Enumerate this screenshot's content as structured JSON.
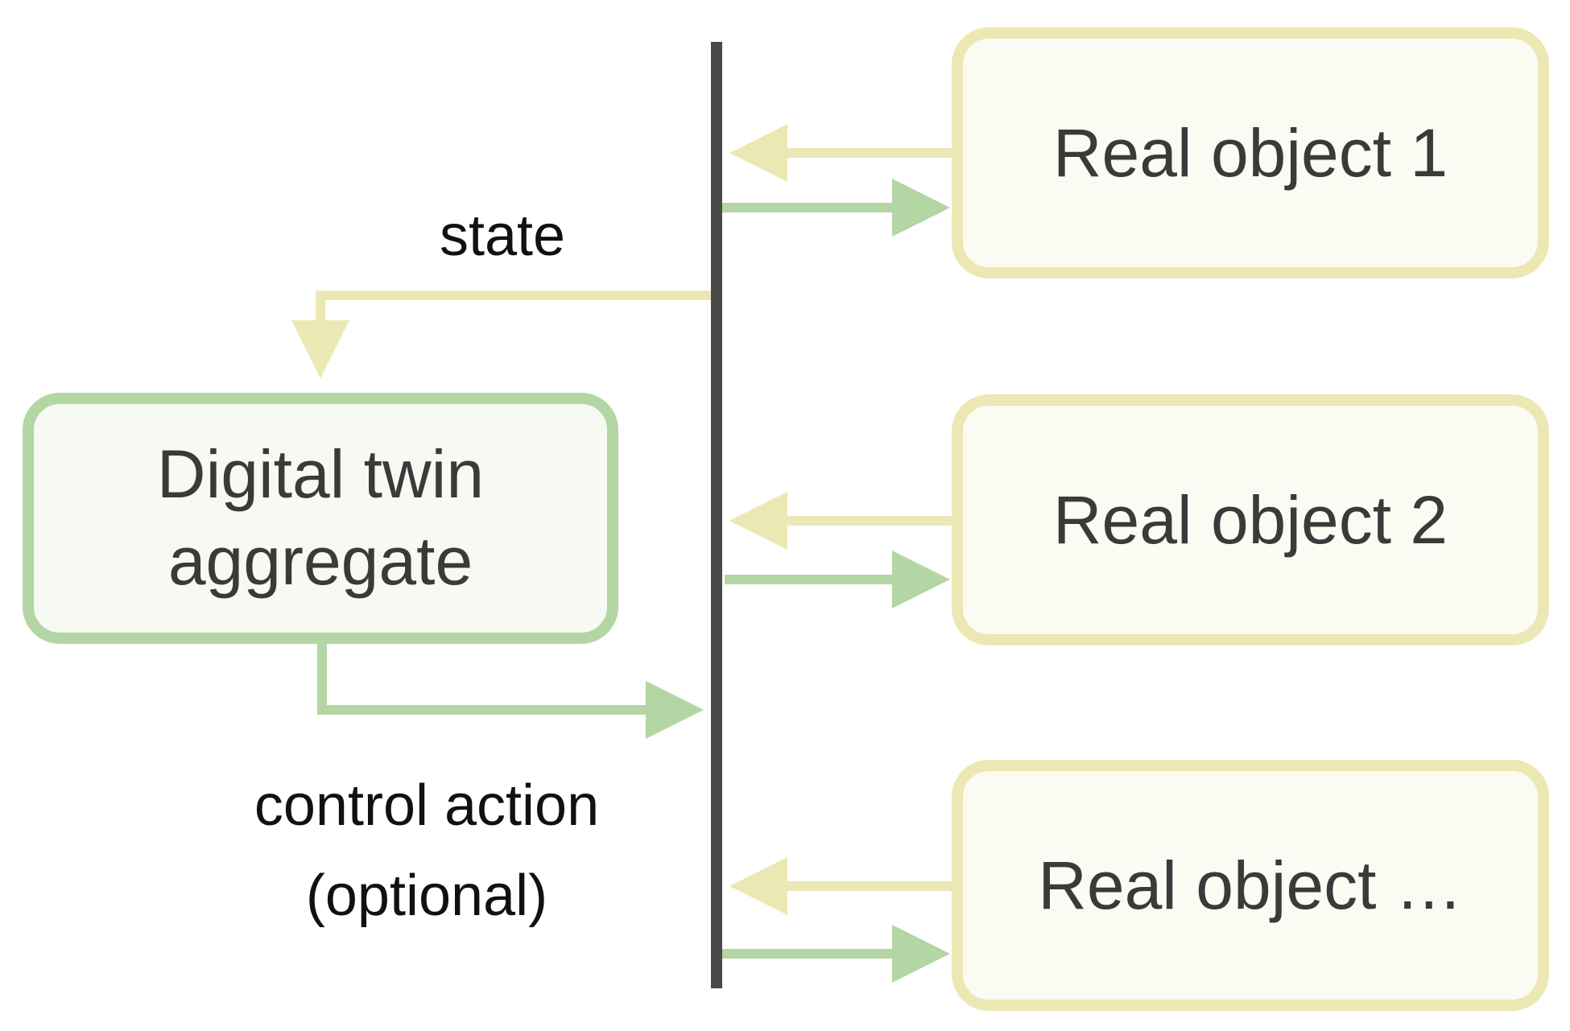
{
  "diagram": {
    "state_label": "state",
    "control_label_line1": "control action",
    "control_label_line2": "(optional)",
    "twin_box": {
      "line1": "Digital twin",
      "line2": "aggregate"
    },
    "real_objects": [
      {
        "label": "Real object 1"
      },
      {
        "label": "Real object 2"
      },
      {
        "label": "Real object …"
      }
    ],
    "colors": {
      "bus": "#4a4a4a",
      "state_arrow": "#ebe8b4",
      "control_arrow": "#b3d6a4",
      "real_border": "#ebe8b4",
      "real_fill": "#fbfbf4",
      "twin_border": "#b3d6a4",
      "twin_fill": "#f7f9f3"
    }
  }
}
